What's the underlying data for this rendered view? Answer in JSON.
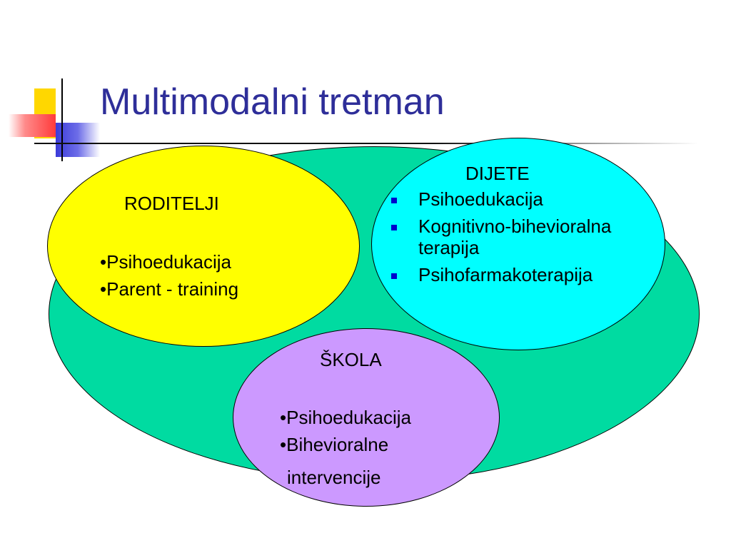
{
  "title": "Multimodalni tretman",
  "colors": {
    "title": "#2e2e99",
    "outer_ellipse": "#00dba1",
    "roditelji": "#ffff00",
    "dijete": "#00ffff",
    "skola": "#cc99ff",
    "bullet": "#0000cc"
  },
  "roditelji": {
    "heading": "RODITELJI",
    "items": [
      "Psihoedukacija",
      "Parent - training"
    ]
  },
  "dijete": {
    "heading": "DIJETE",
    "items": [
      "Psihoedukacija",
      "Kognitivno-bihevioralna terapija",
      "Psihofarmakoterapija"
    ]
  },
  "skola": {
    "heading": "ŠKOLA",
    "items": [
      "Psihoedukacija",
      "Bihevioralne"
    ],
    "continuation": "intervencije"
  }
}
